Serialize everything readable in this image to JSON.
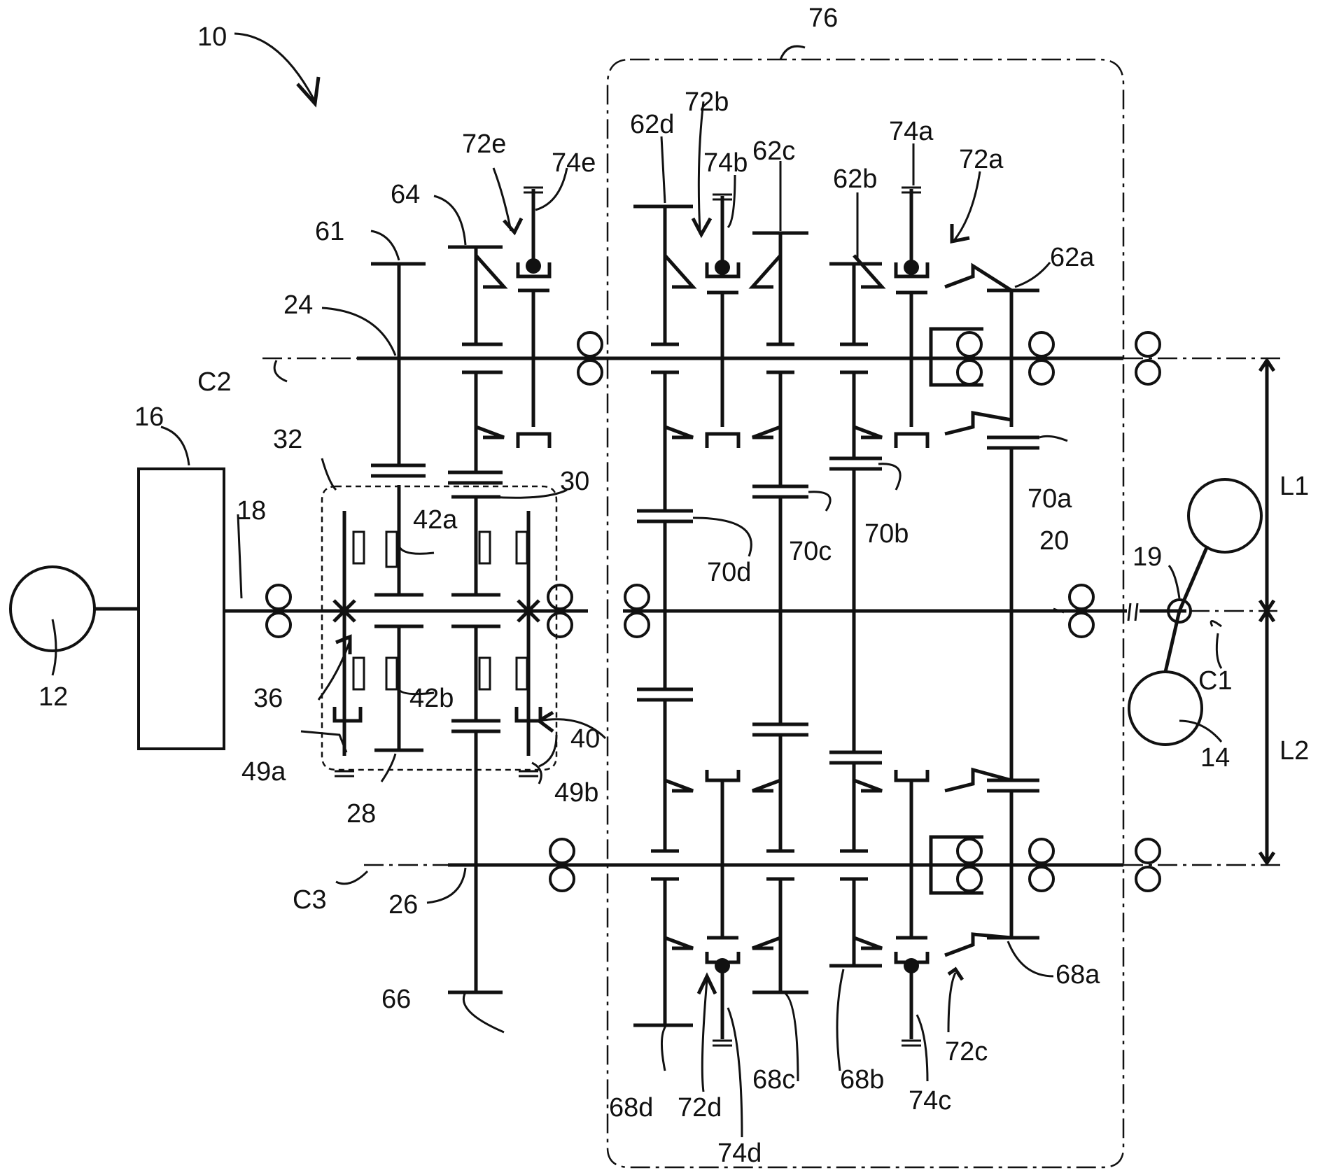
{
  "figure_ref": "10",
  "labels": {
    "l10": "10",
    "l12": "12",
    "l14": "14",
    "l16": "16",
    "l18": "18",
    "l19": "19",
    "l20": "20",
    "l24": "24",
    "l26": "26",
    "l28": "28",
    "l30": "30",
    "l32": "32",
    "l36": "36",
    "l40": "40",
    "l42a": "42a",
    "l42b": "42b",
    "l49a": "49a",
    "l49b": "49b",
    "l61": "61",
    "l62a": "62a",
    "l62b": "62b",
    "l62c": "62c",
    "l62d": "62d",
    "l64": "64",
    "l66": "66",
    "l68a": "68a",
    "l68b": "68b",
    "l68c": "68c",
    "l68d": "68d",
    "l70a": "70a",
    "l70b": "70b",
    "l70c": "70c",
    "l70d": "70d",
    "l72a": "72a",
    "l72b": "72b",
    "l72c": "72c",
    "l72d": "72d",
    "l72e": "72e",
    "l74a": "74a",
    "l74b": "74b",
    "l74c": "74c",
    "l74d": "74d",
    "l74e": "74e",
    "l76": "76",
    "lC1": "C1",
    "lC2": "C2",
    "lC3": "C3",
    "lL1": "L1",
    "lL2": "L2"
  }
}
